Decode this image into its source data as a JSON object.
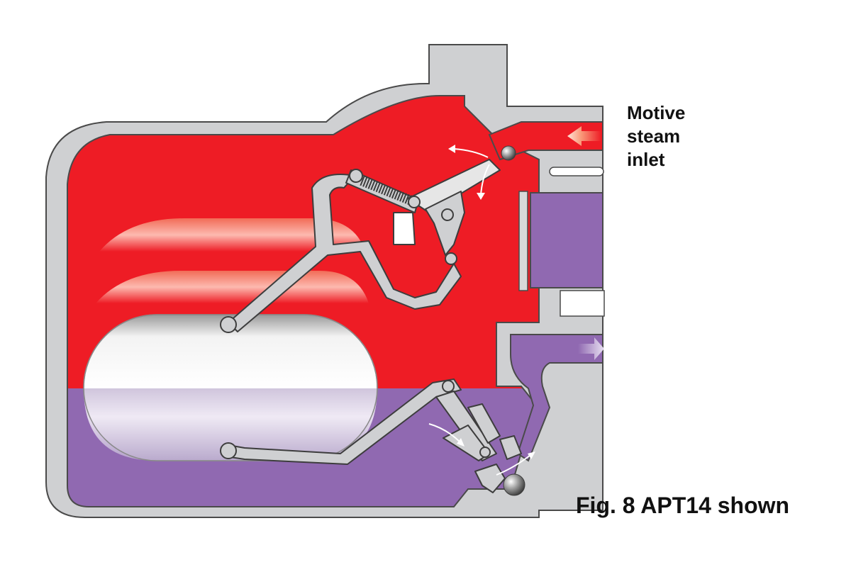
{
  "labels": {
    "inlet_line1": "Motive",
    "inlet_line2": "steam",
    "inlet_line3": "inlet",
    "caption": "Fig. 8 APT14 shown"
  },
  "colors": {
    "steam": "#ee1c25",
    "condensate": "#9069b1",
    "body": "#cfd0d2",
    "outline": "#4a4a4a"
  },
  "icons": {
    "inlet_arrow": "arrow-left-icon",
    "outlet_arrow": "arrow-right-icon"
  }
}
